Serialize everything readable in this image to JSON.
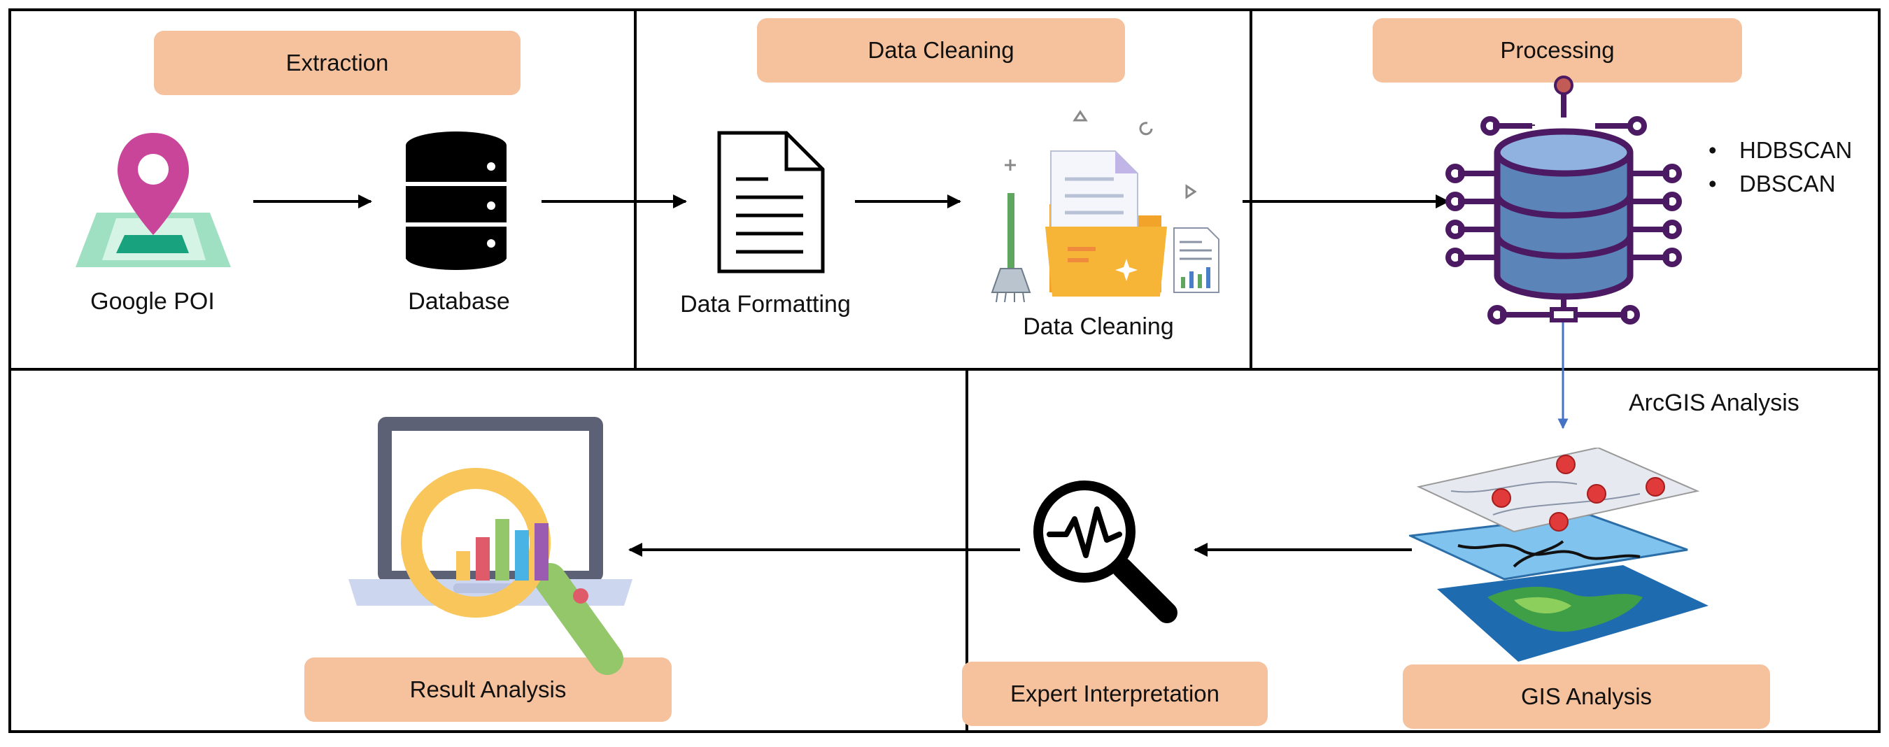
{
  "stages": {
    "extraction": "Extraction",
    "data_cleaning": "Data Cleaning",
    "processing": "Processing",
    "result_analysis": "Result Analysis",
    "expert_interpretation": "Expert Interpretation",
    "gis_analysis": "GIS Analysis"
  },
  "nodes": {
    "google_poi": "Google POI",
    "database": "Database",
    "data_formatting": "Data Formatting",
    "data_cleaning": "Data Cleaning"
  },
  "algorithms": [
    "HDBSCAN",
    "DBSCAN"
  ],
  "annotations": {
    "arcgis": "ArcGIS Analysis"
  },
  "colors": {
    "label_fill": "#f6c29d",
    "pin": "#c8459a",
    "map_green": "#9fe0c2",
    "database_purple": "#4b1a63",
    "database_blue": "#5b84b8",
    "flow_arrow_blue": "#4472c4",
    "magnifier_yellow": "#f8c65a",
    "folder_yellow": "#f7b538"
  },
  "icons": [
    "map-pin-icon",
    "database-icon",
    "document-icon",
    "cleaning-folder-icon",
    "database-network-icon",
    "laptop-analytics-icon",
    "magnifier-pulse-icon",
    "gis-layers-icon"
  ]
}
